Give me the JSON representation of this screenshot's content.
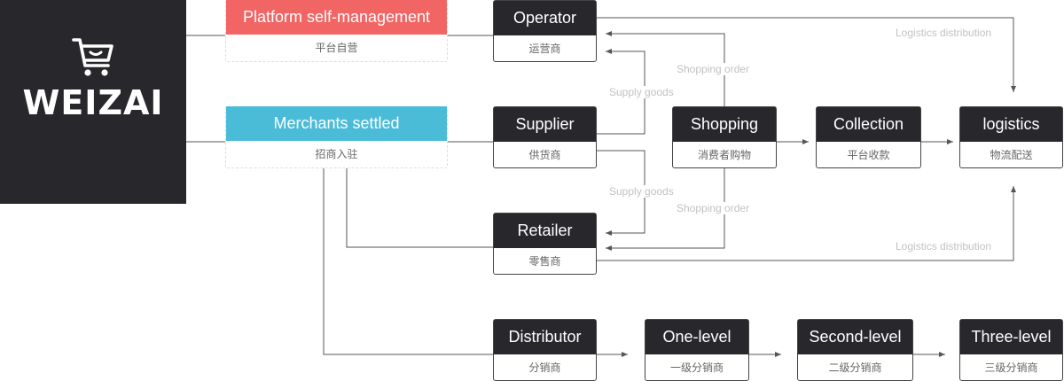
{
  "brand": {
    "name": "WEIZAI",
    "icon": "shopping-cart-icon"
  },
  "colors": {
    "dark": "#28282c",
    "platform": "#f26565",
    "merchants": "#4bbcd7",
    "line": "#555555",
    "edge_label": "#c2c2c2"
  },
  "nodes": {
    "platform": {
      "title": "Platform self-management",
      "subtitle": "平台自营"
    },
    "merchants": {
      "title": "Merchants settled",
      "subtitle": "招商入驻"
    },
    "operator": {
      "title": "Operator",
      "subtitle": "运营商"
    },
    "supplier": {
      "title": "Supplier",
      "subtitle": "供货商"
    },
    "retailer": {
      "title": "Retailer",
      "subtitle": "零售商"
    },
    "shopping": {
      "title": "Shopping",
      "subtitle": "消费者购物"
    },
    "collection": {
      "title": "Collection",
      "subtitle": "平台收款"
    },
    "logistics": {
      "title": "logistics",
      "subtitle": "物流配送"
    },
    "distributor": {
      "title": "Distributor",
      "subtitle": "分销商"
    },
    "one_level": {
      "title": "One-level",
      "subtitle": "一级分销商"
    },
    "second_level": {
      "title": "Second-level",
      "subtitle": "二级分销商"
    },
    "three_level": {
      "title": "Three-level",
      "subtitle": "三级分销商"
    }
  },
  "edge_labels": {
    "logistics_top": "Logistics distribution",
    "logistics_bottom": "Logistics distribution",
    "shopping_order_top": "Shopping order",
    "shopping_order_bottom": "Shopping order",
    "supply_goods_top": "Supply goods",
    "supply_goods_bottom": "Supply goods"
  }
}
